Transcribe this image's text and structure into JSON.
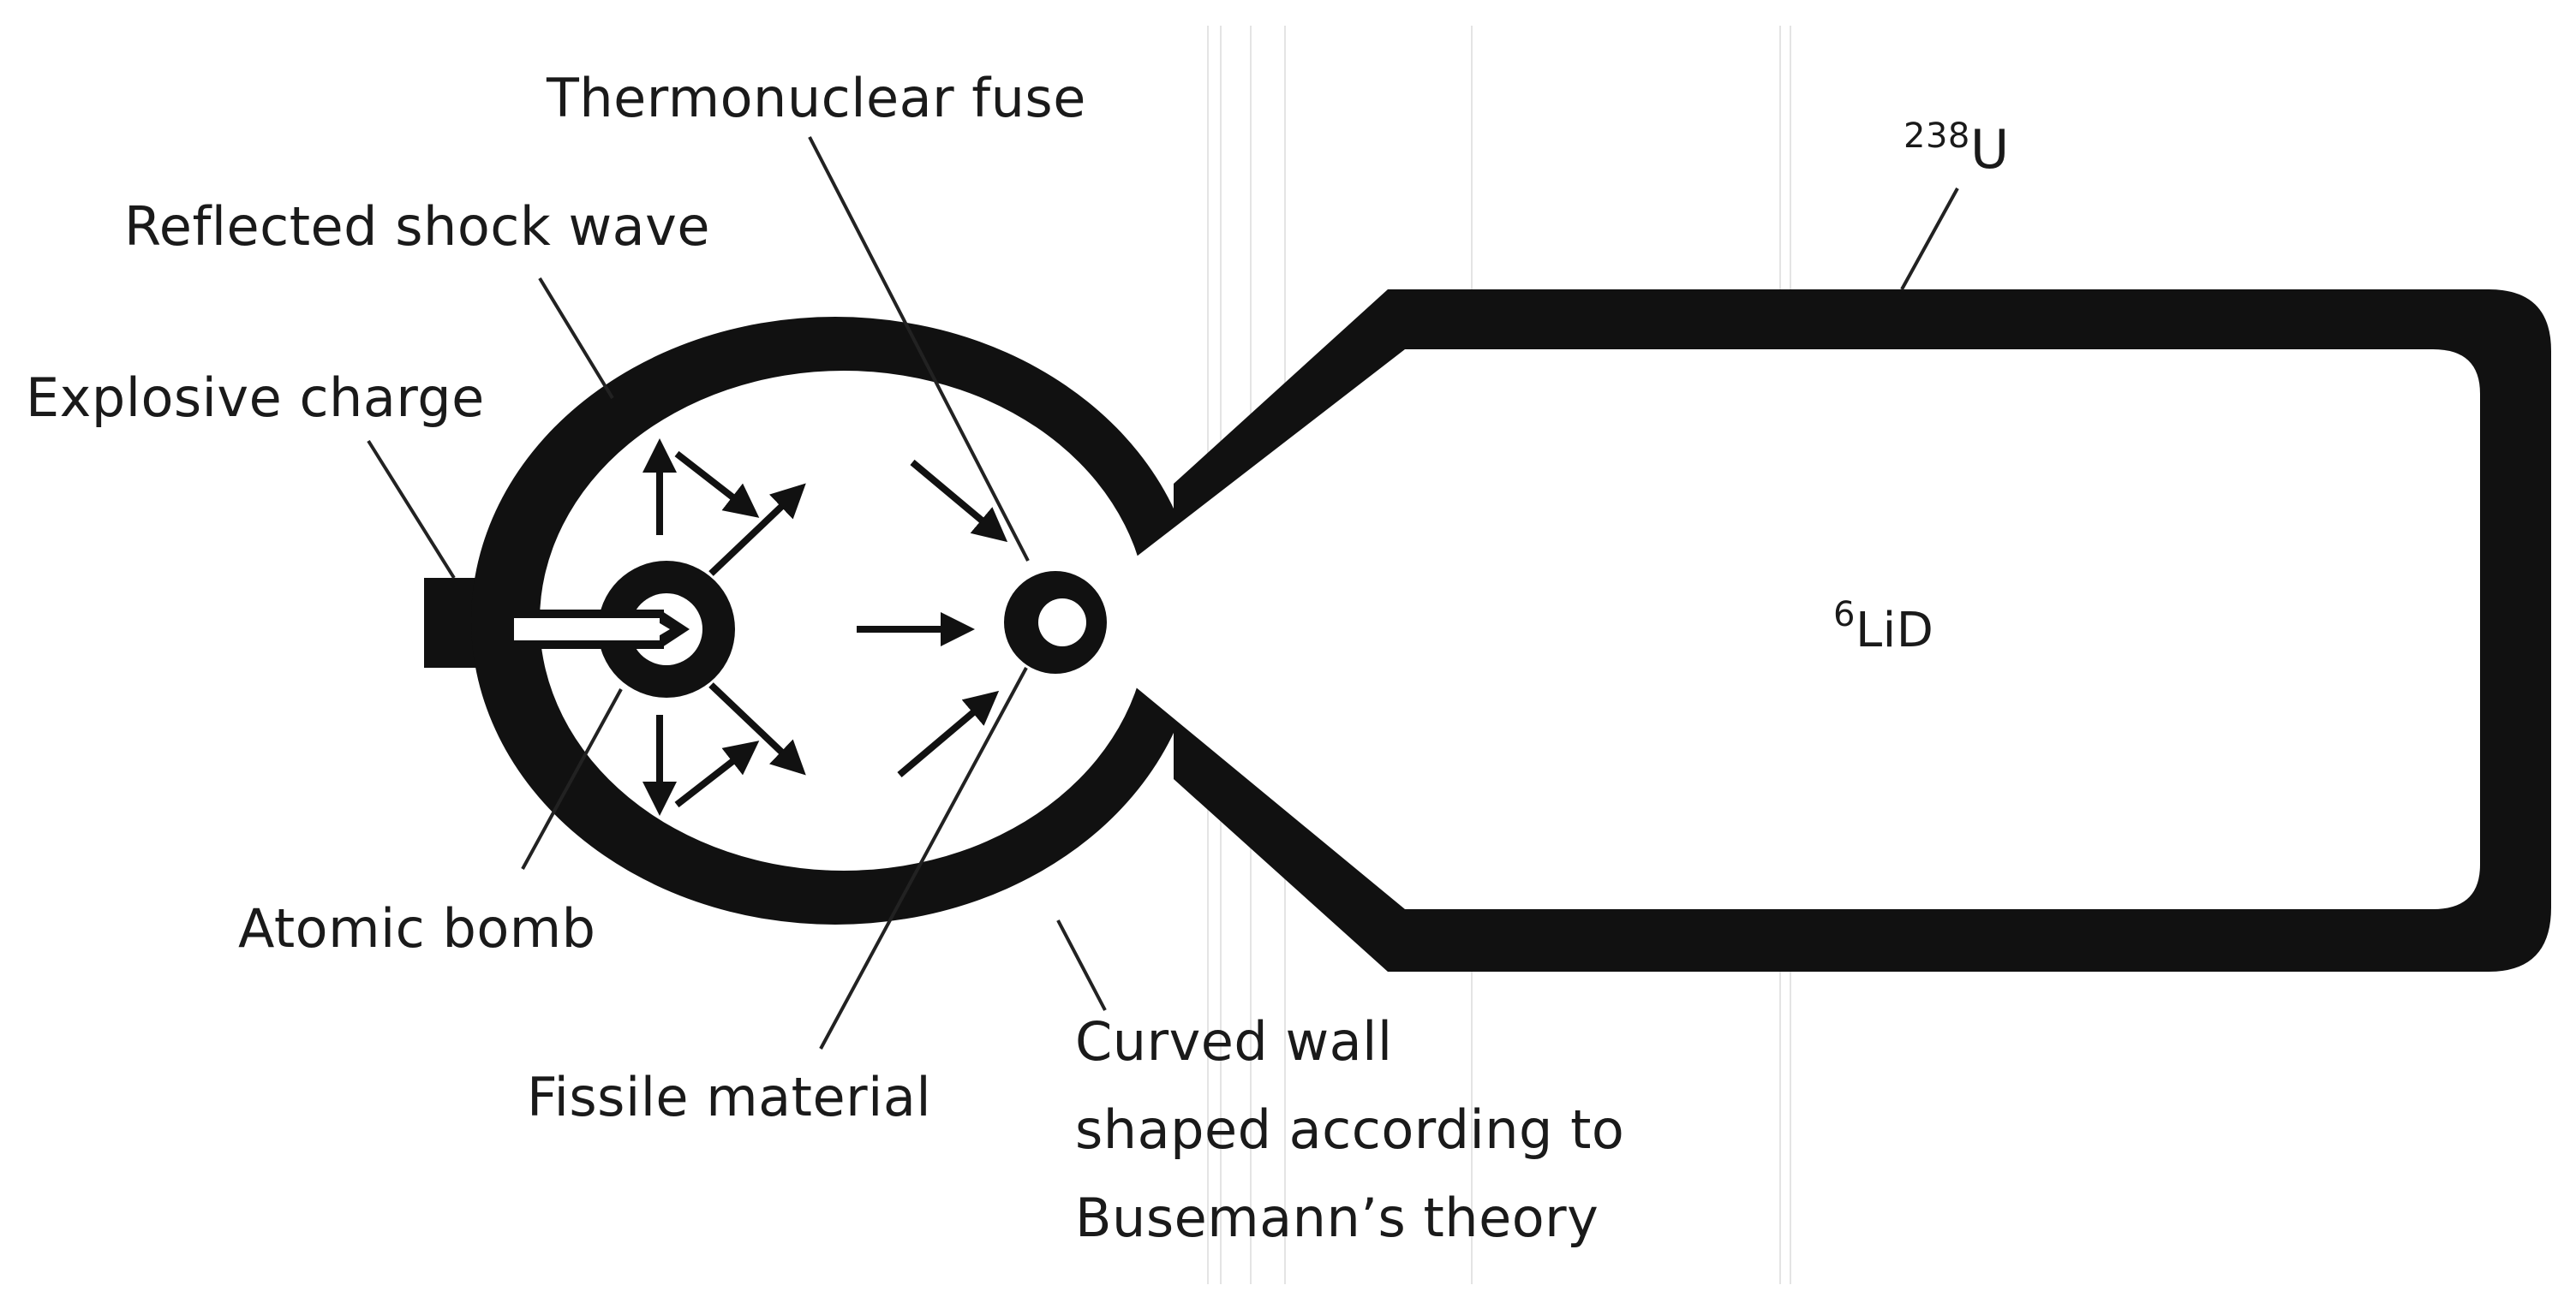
{
  "labels": {
    "thermonuclear_fuse": "Thermonuclear fuse",
    "reflected_shock_wave": "Reflected shock wave",
    "explosive_charge": "Explosive charge",
    "atomic_bomb": "Atomic bomb",
    "fissile_material": "Fissile material",
    "curved_wall": [
      "Curved wall",
      "shaped according to",
      "Busemann’s theory"
    ],
    "uranium_mass": "238",
    "uranium_symbol": "U",
    "lithium_mass": "6",
    "lithium_symbol": "LiD"
  }
}
